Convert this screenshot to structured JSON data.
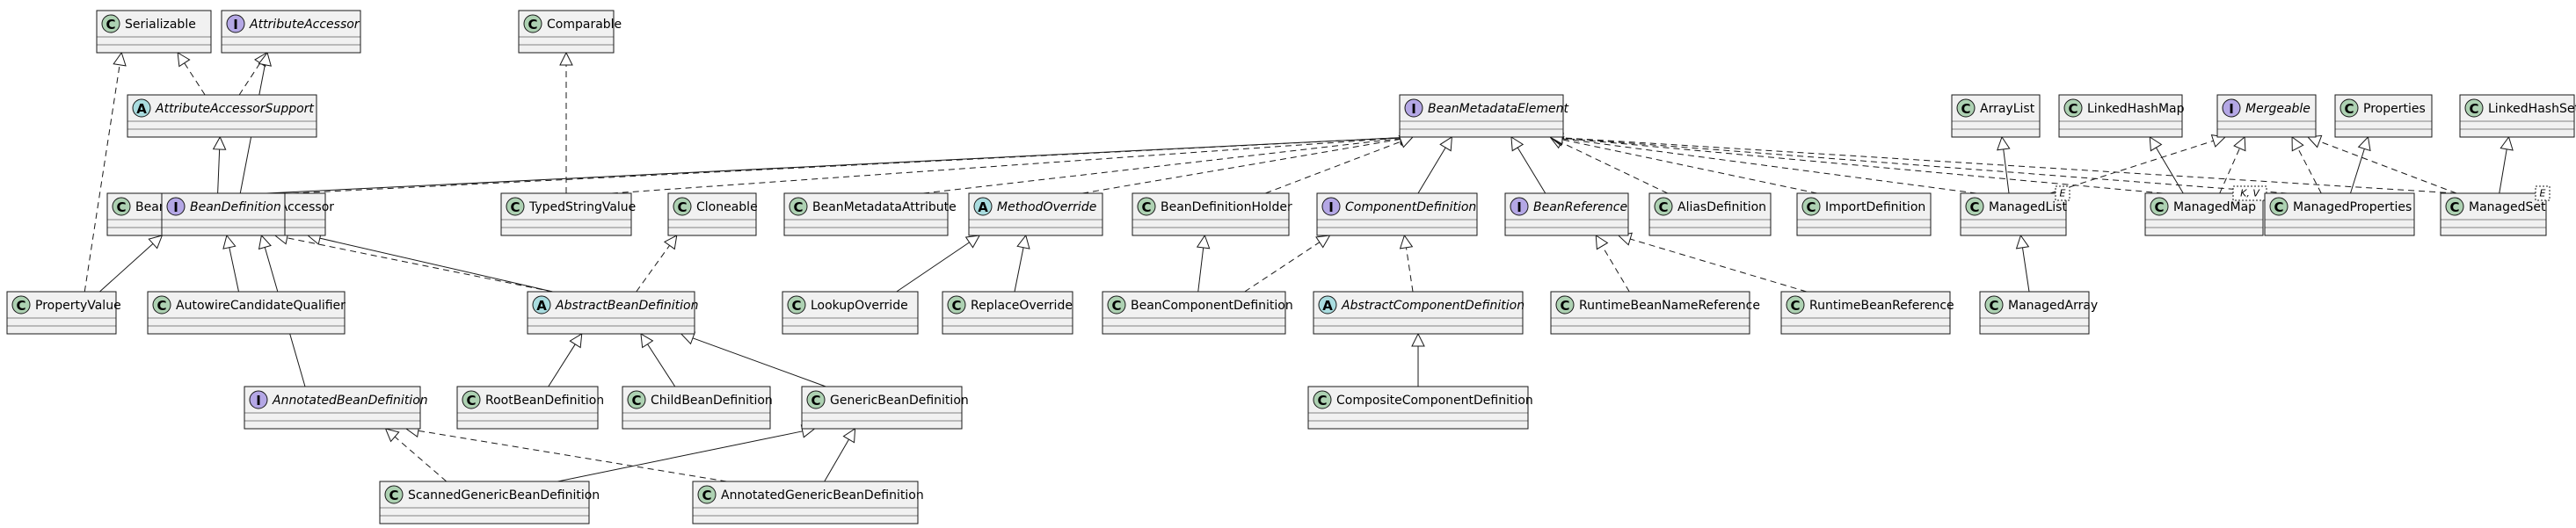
{
  "nodes": [
    {
      "id": "Serializable",
      "kind": "C",
      "label": "Serializable",
      "italic": false
    },
    {
      "id": "AttributeAccessor",
      "kind": "I",
      "label": "AttributeAccessor",
      "italic": true
    },
    {
      "id": "AttributeAccessorSupport",
      "kind": "A",
      "label": "AttributeAccessorSupport",
      "italic": true
    },
    {
      "id": "BeanMetadataAttributeAccessor",
      "kind": "C",
      "label": "BeanMetadataAttributeAccessor",
      "italic": false
    },
    {
      "id": "PropertyValue",
      "kind": "C",
      "label": "PropertyValue",
      "italic": false
    },
    {
      "id": "AutowireCandidateQualifier",
      "kind": "C",
      "label": "AutowireCandidateQualifier",
      "italic": false
    },
    {
      "id": "BeanDefinition",
      "kind": "I",
      "label": "BeanDefinition",
      "italic": true
    },
    {
      "id": "Comparable",
      "kind": "C",
      "label": "Comparable",
      "italic": false
    },
    {
      "id": "TypedStringValue",
      "kind": "C",
      "label": "TypedStringValue",
      "italic": false
    },
    {
      "id": "Cloneable",
      "kind": "C",
      "label": "Cloneable",
      "italic": false
    },
    {
      "id": "AbstractBeanDefinition",
      "kind": "A",
      "label": "AbstractBeanDefinition",
      "italic": true
    },
    {
      "id": "AnnotatedBeanDefinition",
      "kind": "I",
      "label": "AnnotatedBeanDefinition",
      "italic": true
    },
    {
      "id": "RootBeanDefinition",
      "kind": "C",
      "label": "RootBeanDefinition",
      "italic": false
    },
    {
      "id": "ChildBeanDefinition",
      "kind": "C",
      "label": "ChildBeanDefinition",
      "italic": false
    },
    {
      "id": "GenericBeanDefinition",
      "kind": "C",
      "label": "GenericBeanDefinition",
      "italic": false
    },
    {
      "id": "ScannedGenericBeanDefinition",
      "kind": "C",
      "label": "ScannedGenericBeanDefinition",
      "italic": false
    },
    {
      "id": "AnnotatedGenericBeanDefinition",
      "kind": "C",
      "label": "AnnotatedGenericBeanDefinition",
      "italic": false
    },
    {
      "id": "BeanMetadataElement",
      "kind": "I",
      "label": "BeanMetadataElement",
      "italic": true
    },
    {
      "id": "BeanMetadataAttribute",
      "kind": "C",
      "label": "BeanMetadataAttribute",
      "italic": false
    },
    {
      "id": "MethodOverride",
      "kind": "A",
      "label": "MethodOverride",
      "italic": true
    },
    {
      "id": "LookupOverride",
      "kind": "C",
      "label": "LookupOverride",
      "italic": false
    },
    {
      "id": "ReplaceOverride",
      "kind": "C",
      "label": "ReplaceOverride",
      "italic": false
    },
    {
      "id": "BeanDefinitionHolder",
      "kind": "C",
      "label": "BeanDefinitionHolder",
      "italic": false
    },
    {
      "id": "BeanComponentDefinition",
      "kind": "C",
      "label": "BeanComponentDefinition",
      "italic": false
    },
    {
      "id": "ComponentDefinition",
      "kind": "I",
      "label": "ComponentDefinition",
      "italic": true
    },
    {
      "id": "AbstractComponentDefinition",
      "kind": "A",
      "label": "AbstractComponentDefinition",
      "italic": true
    },
    {
      "id": "CompositeComponentDefinition",
      "kind": "C",
      "label": "CompositeComponentDefinition",
      "italic": false
    },
    {
      "id": "BeanReference",
      "kind": "I",
      "label": "BeanReference",
      "italic": true
    },
    {
      "id": "RuntimeBeanNameReference",
      "kind": "C",
      "label": "RuntimeBeanNameReference",
      "italic": false
    },
    {
      "id": "RuntimeBeanReference",
      "kind": "C",
      "label": "RuntimeBeanReference",
      "italic": false
    },
    {
      "id": "AliasDefinition",
      "kind": "C",
      "label": "AliasDefinition",
      "italic": false
    },
    {
      "id": "ImportDefinition",
      "kind": "C",
      "label": "ImportDefinition",
      "italic": false
    },
    {
      "id": "ArrayList",
      "kind": "C",
      "label": "ArrayList",
      "italic": false
    },
    {
      "id": "ManagedList",
      "kind": "C",
      "label": "ManagedList",
      "italic": false,
      "generic": "E"
    },
    {
      "id": "ManagedArray",
      "kind": "C",
      "label": "ManagedArray",
      "italic": false
    },
    {
      "id": "LinkedHashMap",
      "kind": "C",
      "label": "LinkedHashMap",
      "italic": false
    },
    {
      "id": "ManagedMap",
      "kind": "C",
      "label": "ManagedMap",
      "italic": false,
      "generic": "K, V"
    },
    {
      "id": "Mergeable",
      "kind": "I",
      "label": "Mergeable",
      "italic": true
    },
    {
      "id": "Properties",
      "kind": "C",
      "label": "Properties",
      "italic": false
    },
    {
      "id": "ManagedProperties",
      "kind": "C",
      "label": "ManagedProperties",
      "italic": false
    },
    {
      "id": "LinkedHashSet",
      "kind": "C",
      "label": "LinkedHashSet",
      "italic": false
    },
    {
      "id": "ManagedSet",
      "kind": "C",
      "label": "ManagedSet",
      "italic": false,
      "generic": "E"
    }
  ],
  "edges": [
    {
      "from": "AttributeAccessorSupport",
      "to": "Serializable",
      "type": "implements"
    },
    {
      "from": "AttributeAccessorSupport",
      "to": "AttributeAccessor",
      "type": "implements"
    },
    {
      "from": "PropertyValue",
      "to": "Serializable",
      "type": "implements"
    },
    {
      "from": "BeanDefinition",
      "to": "AttributeAccessor",
      "type": "extends"
    },
    {
      "from": "BeanMetadataAttributeAccessor",
      "to": "AttributeAccessorSupport",
      "type": "extends"
    },
    {
      "from": "PropertyValue",
      "to": "BeanMetadataAttributeAccessor",
      "type": "extends"
    },
    {
      "from": "AutowireCandidateQualifier",
      "to": "BeanMetadataAttributeAccessor",
      "type": "extends"
    },
    {
      "from": "AbstractBeanDefinition",
      "to": "BeanMetadataAttributeAccessor",
      "type": "extends"
    },
    {
      "from": "TypedStringValue",
      "to": "Comparable",
      "type": "implements"
    },
    {
      "from": "AbstractBeanDefinition",
      "to": "BeanDefinition",
      "type": "implements"
    },
    {
      "from": "AbstractBeanDefinition",
      "to": "Cloneable",
      "type": "implements"
    },
    {
      "from": "AnnotatedBeanDefinition",
      "to": "BeanDefinition",
      "type": "extends"
    },
    {
      "from": "RootBeanDefinition",
      "to": "AbstractBeanDefinition",
      "type": "extends"
    },
    {
      "from": "ChildBeanDefinition",
      "to": "AbstractBeanDefinition",
      "type": "extends"
    },
    {
      "from": "GenericBeanDefinition",
      "to": "AbstractBeanDefinition",
      "type": "extends"
    },
    {
      "from": "ScannedGenericBeanDefinition",
      "to": "GenericBeanDefinition",
      "type": "extends"
    },
    {
      "from": "AnnotatedGenericBeanDefinition",
      "to": "GenericBeanDefinition",
      "type": "extends"
    },
    {
      "from": "ScannedGenericBeanDefinition",
      "to": "AnnotatedBeanDefinition",
      "type": "implements"
    },
    {
      "from": "AnnotatedGenericBeanDefinition",
      "to": "AnnotatedBeanDefinition",
      "type": "implements"
    },
    {
      "from": "BeanMetadataAttributeAccessor",
      "to": "BeanMetadataElement",
      "type": "implements"
    },
    {
      "from": "BeanDefinition",
      "to": "BeanMetadataElement",
      "type": "extends"
    },
    {
      "from": "TypedStringValue",
      "to": "BeanMetadataElement",
      "type": "implements"
    },
    {
      "from": "BeanMetadataAttribute",
      "to": "BeanMetadataElement",
      "type": "implements"
    },
    {
      "from": "MethodOverride",
      "to": "BeanMetadataElement",
      "type": "implements"
    },
    {
      "from": "BeanDefinitionHolder",
      "to": "BeanMetadataElement",
      "type": "implements"
    },
    {
      "from": "ComponentDefinition",
      "to": "BeanMetadataElement",
      "type": "extends"
    },
    {
      "from": "BeanReference",
      "to": "BeanMetadataElement",
      "type": "extends"
    },
    {
      "from": "AliasDefinition",
      "to": "BeanMetadataElement",
      "type": "implements"
    },
    {
      "from": "ImportDefinition",
      "to": "BeanMetadataElement",
      "type": "implements"
    },
    {
      "from": "ManagedList",
      "to": "BeanMetadataElement",
      "type": "implements"
    },
    {
      "from": "ManagedMap",
      "to": "BeanMetadataElement",
      "type": "implements"
    },
    {
      "from": "ManagedProperties",
      "to": "BeanMetadataElement",
      "type": "implements"
    },
    {
      "from": "ManagedSet",
      "to": "BeanMetadataElement",
      "type": "implements"
    },
    {
      "from": "LookupOverride",
      "to": "MethodOverride",
      "type": "extends"
    },
    {
      "from": "ReplaceOverride",
      "to": "MethodOverride",
      "type": "extends"
    },
    {
      "from": "BeanComponentDefinition",
      "to": "BeanDefinitionHolder",
      "type": "extends"
    },
    {
      "from": "BeanComponentDefinition",
      "to": "ComponentDefinition",
      "type": "implements"
    },
    {
      "from": "AbstractComponentDefinition",
      "to": "ComponentDefinition",
      "type": "implements"
    },
    {
      "from": "CompositeComponentDefinition",
      "to": "AbstractComponentDefinition",
      "type": "extends"
    },
    {
      "from": "RuntimeBeanNameReference",
      "to": "BeanReference",
      "type": "implements"
    },
    {
      "from": "RuntimeBeanReference",
      "to": "BeanReference",
      "type": "implements"
    },
    {
      "from": "ManagedList",
      "to": "ArrayList",
      "type": "extends"
    },
    {
      "from": "ManagedArray",
      "to": "ManagedList",
      "type": "extends"
    },
    {
      "from": "ManagedMap",
      "to": "LinkedHashMap",
      "type": "extends"
    },
    {
      "from": "ManagedList",
      "to": "Mergeable",
      "type": "implements"
    },
    {
      "from": "ManagedMap",
      "to": "Mergeable",
      "type": "implements"
    },
    {
      "from": "ManagedProperties",
      "to": "Mergeable",
      "type": "implements"
    },
    {
      "from": "ManagedSet",
      "to": "Mergeable",
      "type": "implements"
    },
    {
      "from": "ManagedProperties",
      "to": "Properties",
      "type": "extends"
    },
    {
      "from": "ManagedSet",
      "to": "LinkedHashSet",
      "type": "extends"
    }
  ]
}
